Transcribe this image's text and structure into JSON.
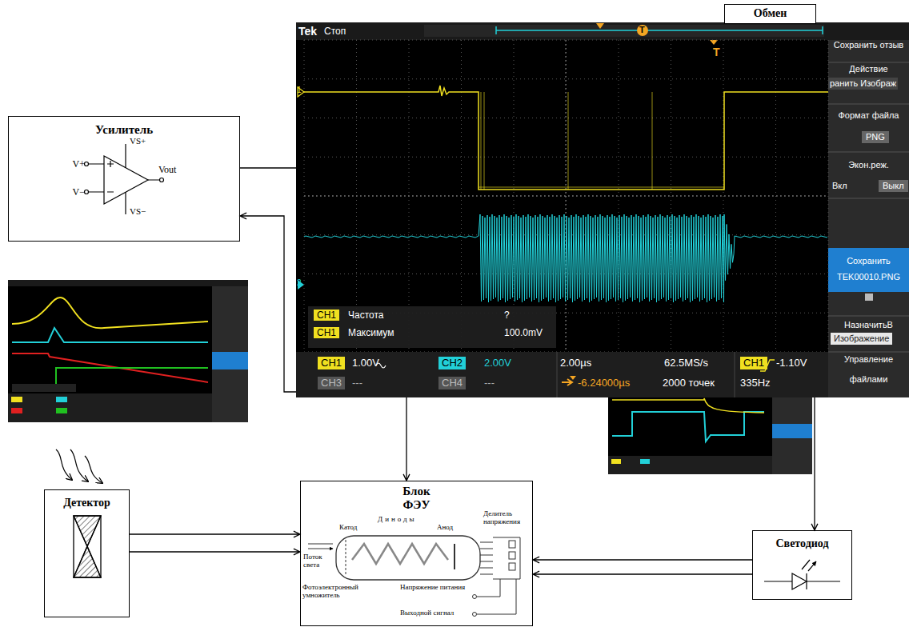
{
  "diagram": {
    "nodes": [
      {
        "text": [
          "Обмен"
        ]
      },
      {
        "text": [
          "Tek",
          "Стоп",
          "Сохранить отзыв",
          "Действие",
          "ранить Изображ",
          "Формат файла",
          "PNG",
          "Экон.реж.",
          "Вкл",
          "Выкл",
          "Сохранить",
          "TEK00010.PNG",
          "НазначитьВ",
          "Изображение",
          "Управление",
          "файлами",
          "CH1",
          "Частота",
          "?",
          "CH1",
          "Максимум",
          "100.0mV",
          "CH1",
          "1.00V",
          "CH2",
          "2.00V",
          "CH3",
          "---",
          "CH4",
          "---",
          "2.00µs",
          "62.5MS/s",
          "CH1",
          "-1.10V",
          "-6.24000µs",
          "2000 точек",
          "335Hz",
          "1",
          "2",
          "T",
          "T"
        ]
      },
      {
        "text": [
          "Усилитель"
        ]
      },
      {
        "text": [
          "Детектор"
        ]
      },
      {
        "text": [
          "Блок ФЭУ"
        ]
      },
      {
        "text": [
          "Светодиод"
        ]
      }
    ],
    "edges": [
      {
        "from": 1,
        "to": 2,
        "arrow": "none"
      },
      {
        "from": 1,
        "to": 2,
        "arrow": "to"
      },
      {
        "from": 1,
        "to": 4,
        "arrow": "to"
      },
      {
        "from": 1,
        "to": 5,
        "arrow": "to"
      },
      {
        "from": 3,
        "to": 4,
        "arrow": "to"
      },
      {
        "from": 5,
        "to": 4,
        "arrow": "to"
      }
    ],
    "labels": [
      "V+",
      "V−",
      "VS+",
      "VS−",
      "Vout",
      "Катод",
      "Диноды",
      "Анод",
      "Делитель напряжения",
      "Поток света",
      "Фотоэлектронный умножитель",
      "Напряжение питания",
      "Выходной сигнал"
    ]
  }
}
